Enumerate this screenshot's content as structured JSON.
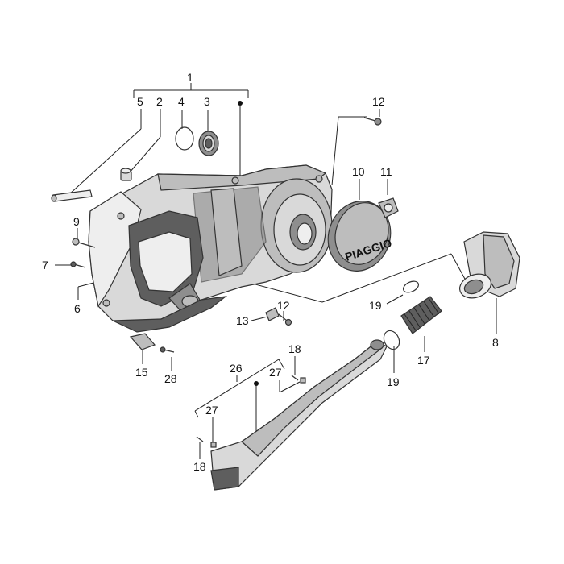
{
  "diagram": {
    "logo_text": "PIAGGIO",
    "labels": [
      "1",
      "2",
      "3",
      "4",
      "5",
      "6",
      "7",
      "8",
      "9",
      "10",
      "11",
      "12",
      "12",
      "13",
      "15",
      "17",
      "18",
      "18",
      "19",
      "19",
      "26",
      "27",
      "27",
      "28"
    ]
  }
}
